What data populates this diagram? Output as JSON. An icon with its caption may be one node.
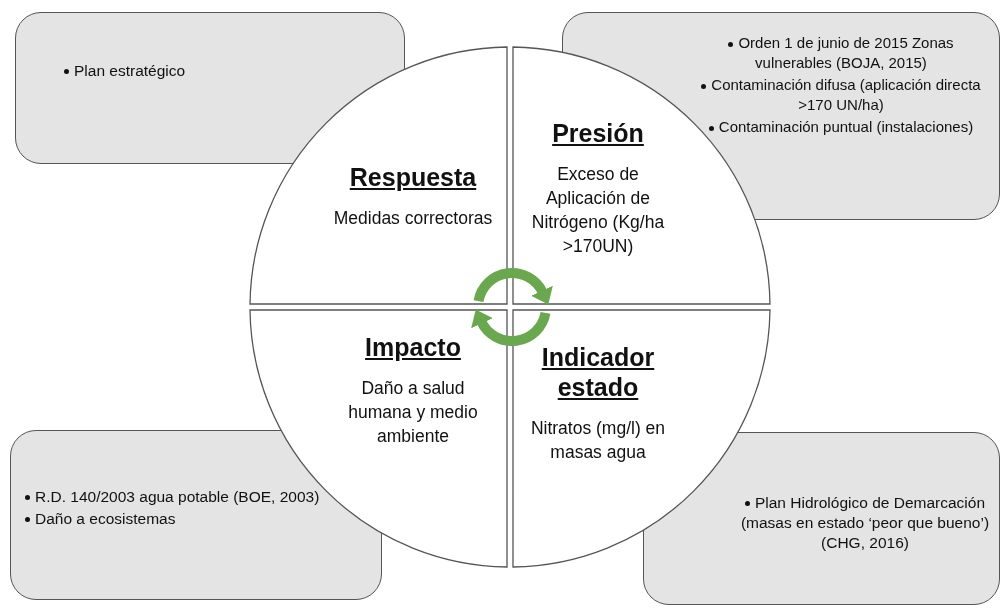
{
  "diagram": {
    "nodes": [
      {
        "text": [
          "Plan estratégico"
        ]
      },
      {
        "text": [
          "Orden 1 de junio de 2015 Zonas vulnerables (BOJA, 2015)",
          "Contaminación difusa (aplicación directa >170 UN/ha)",
          "Contaminación puntual (instalaciones)"
        ]
      },
      {
        "text": [
          "Respuesta",
          "Medidas correctoras"
        ]
      },
      {
        "text": [
          "Presión",
          "Exceso de Aplicación de Nitrógeno (Kg/ha >170UN)"
        ]
      },
      {
        "text": [
          "Impacto",
          "Daño a salud humana y medio ambiente"
        ]
      },
      {
        "text": [
          "Indicador estado",
          "Nitratos (mg/l) en masas agua"
        ]
      },
      {
        "text": [
          "R.D. 140/2003 agua potable (BOE, 2003)",
          "Daño a ecosistemas"
        ]
      },
      {
        "text": [
          "Plan Hidrológico de Demarcación (masas en estado ‘peor que bueno’) (CHG, 2016)"
        ]
      }
    ],
    "edges": [
      {
        "from": 2,
        "to": 3,
        "arrow": "to"
      },
      {
        "from": 5,
        "to": 4,
        "arrow": "to"
      }
    ]
  }
}
